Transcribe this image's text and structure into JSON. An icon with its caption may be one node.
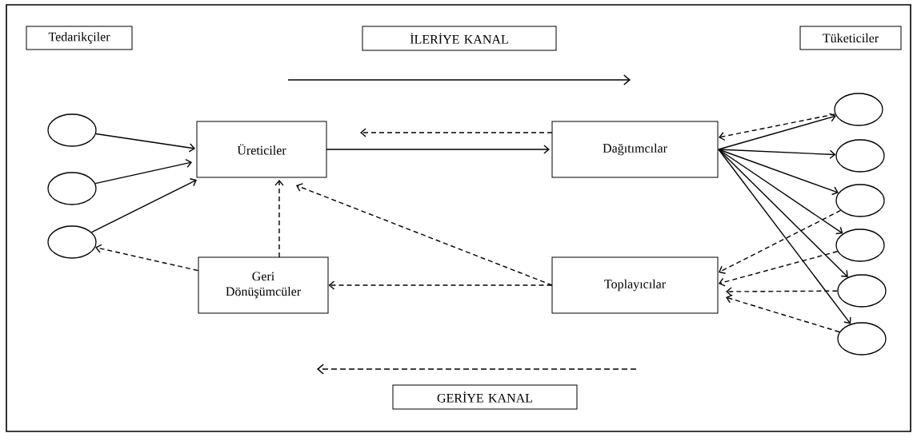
{
  "diagram": {
    "nodes": [
      {
        "text": [
          "Tedarikçiler"
        ]
      },
      {
        "text": [
          "İLERİYE KANAL"
        ]
      },
      {
        "text": [
          "Tüketiciler"
        ]
      },
      {
        "text": [],
        "shape": "circle"
      },
      {
        "text": [],
        "shape": "circle"
      },
      {
        "text": [],
        "shape": "circle"
      },
      {
        "text": [
          "Üreticiler"
        ]
      },
      {
        "text": [
          "Dağıtımcılar"
        ]
      },
      {
        "text": [
          "Geri Dönüşümcüler"
        ]
      },
      {
        "text": [
          "Toplayıcılar"
        ]
      },
      {
        "text": [],
        "shape": "circle"
      },
      {
        "text": [],
        "shape": "circle"
      },
      {
        "text": [],
        "shape": "circle"
      },
      {
        "text": [],
        "shape": "circle"
      },
      {
        "text": [],
        "shape": "circle"
      },
      {
        "text": [],
        "shape": "circle"
      },
      {
        "text": [
          "GERİYE KANAL"
        ]
      }
    ],
    "edges": [
      {
        "from": 3,
        "to": 6,
        "arrow": "to"
      },
      {
        "from": 4,
        "to": 6,
        "arrow": "to"
      },
      {
        "from": 5,
        "to": 6,
        "arrow": "to"
      },
      {
        "from": 8,
        "to": 5,
        "arrow": "to",
        "style": "dashed"
      },
      {
        "from": 8,
        "to": 6,
        "arrow": "to",
        "style": "dashed"
      },
      {
        "from": 9,
        "to": 6,
        "arrow": "to",
        "style": "dashed"
      },
      {
        "from": 9,
        "to": 8,
        "arrow": "to",
        "style": "dashed"
      },
      {
        "from": 7,
        "to": 6,
        "arrow": "to",
        "style": "dashed"
      },
      {
        "from": 6,
        "to": 7,
        "arrow": "to"
      },
      {
        "from": 7,
        "to": 10,
        "arrow": "to"
      },
      {
        "from": 7,
        "to": 11,
        "arrow": "to"
      },
      {
        "from": 7,
        "to": 12,
        "arrow": "to"
      },
      {
        "from": 7,
        "to": 13,
        "arrow": "to"
      },
      {
        "from": 7,
        "to": 14,
        "arrow": "to"
      },
      {
        "from": 7,
        "to": 15,
        "arrow": "to"
      },
      {
        "from": 10,
        "to": 7,
        "arrow": "to",
        "style": "dashed"
      },
      {
        "from": 12,
        "to": 9,
        "arrow": "to",
        "style": "dashed"
      },
      {
        "from": 13,
        "to": 9,
        "arrow": "to",
        "style": "dashed"
      },
      {
        "from": 14,
        "to": 9,
        "arrow": "to",
        "style": "dashed"
      },
      {
        "from": 15,
        "to": 9,
        "arrow": "to",
        "style": "dashed"
      }
    ]
  }
}
